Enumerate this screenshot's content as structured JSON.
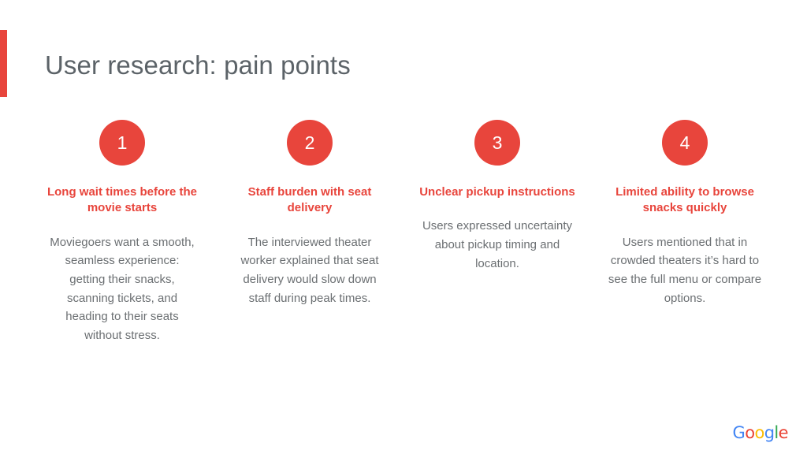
{
  "slide": {
    "title": "User research: pain points",
    "accent_color": "#E8453C",
    "title_color": "#5c6368",
    "body_color": "#6b6f72",
    "background": "#ffffff"
  },
  "columns": [
    {
      "number": "1",
      "heading": "Long wait times before the movie starts",
      "body": "Moviegoers want a smooth, seamless experience: getting their snacks, scanning tickets, and heading to their seats without stress."
    },
    {
      "number": "2",
      "heading": "Staff burden with seat delivery",
      "body": "The interviewed theater worker explained that seat delivery would slow down staff during peak times."
    },
    {
      "number": "3",
      "heading": "Unclear pickup instructions",
      "body": "Users expressed uncertainty about pickup timing and location."
    },
    {
      "number": "4",
      "heading": "Limited ability to browse snacks quickly",
      "body": "Users mentioned that in crowded theaters it’s hard to see the full menu or compare options."
    }
  ],
  "footer": {
    "logo_name": "google-wordmark",
    "letters": [
      {
        "char": "G",
        "color": "#4285F4"
      },
      {
        "char": "o",
        "color": "#EA4335"
      },
      {
        "char": "o",
        "color": "#FBBC05"
      },
      {
        "char": "g",
        "color": "#4285F4"
      },
      {
        "char": "l",
        "color": "#34A853"
      },
      {
        "char": "e",
        "color": "#EA4335"
      }
    ]
  }
}
